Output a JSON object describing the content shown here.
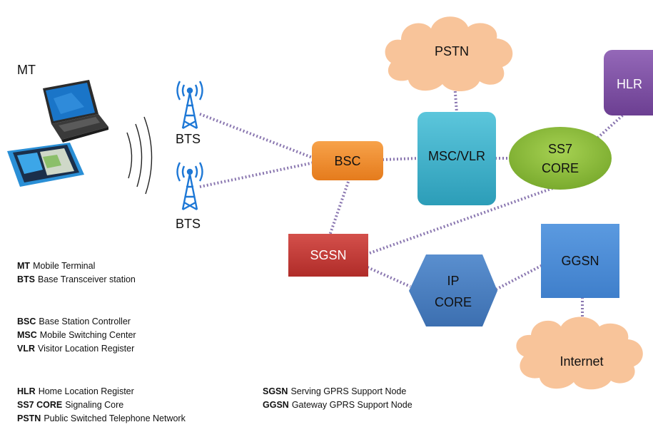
{
  "nodes": {
    "mt": "MT",
    "bts_top": "BTS",
    "bts_bottom": "BTS",
    "bsc": "BSC",
    "msc_vlr": "MSC/VLR",
    "pstn": "PSTN",
    "hlr": "HLR",
    "ss7_line1": "SS7",
    "ss7_line2": "CORE",
    "sgsn": "SGSN",
    "ip_core_line1": "IP",
    "ip_core_line2": "CORE",
    "ggsn": "GGSN",
    "internet": "Internet"
  },
  "legend": {
    "group1": [
      {
        "abbr": "MT",
        "desc": "Mobile Terminal"
      },
      {
        "abbr": "BTS",
        "desc": "Base Transceiver station"
      }
    ],
    "group2": [
      {
        "abbr": "BSC",
        "desc": "Base Station Controller"
      },
      {
        "abbr": "MSC",
        "desc": "Mobile Switching Center"
      },
      {
        "abbr": "VLR",
        "desc": "Visitor Location Register"
      }
    ],
    "group3": [
      {
        "abbr": "HLR",
        "desc": "Home  Location Register"
      },
      {
        "abbr": "SS7 CORE",
        "desc": "Signaling Core"
      },
      {
        "abbr": "PSTN",
        "desc": "Public Switched Telephone Network"
      }
    ],
    "group4": [
      {
        "abbr": "SGSN",
        "desc": "Serving GPRS Support Node"
      },
      {
        "abbr": "GGSN",
        "desc": "Gateway GPRS Support Node"
      }
    ]
  },
  "colors": {
    "link": "#8a77b0",
    "bsc": "#ee8a2a",
    "msc": "#3fb0c8",
    "cloud": "#f8c49a",
    "hlr": "#7d4fa0",
    "ss7": "#8dbd3c",
    "sgsn": "#c33a36",
    "ipcore": "#4a7fc1",
    "ggsn": "#4d8ed6",
    "tower": "#1e78d6"
  }
}
